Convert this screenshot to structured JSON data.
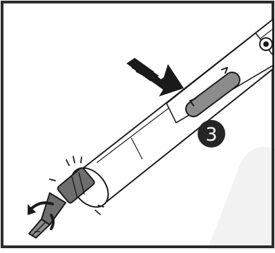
{
  "step": {
    "number": "3"
  },
  "colors": {
    "frame": "#2b2b2b",
    "ink": "#1a1a1a",
    "tool_body": "#ffffff",
    "button_fill": "#8c8c8c",
    "collet": "#6e6e6e",
    "badge": "#262626",
    "badge_text": "#ffffff",
    "watermark": "#f2f2f2"
  },
  "icons": {
    "push_arrow": "arrow-down-right",
    "rotation": "curved-arrow-counterclockwise",
    "direction_left": "chevron-left",
    "direction_right": "chevron-right"
  }
}
